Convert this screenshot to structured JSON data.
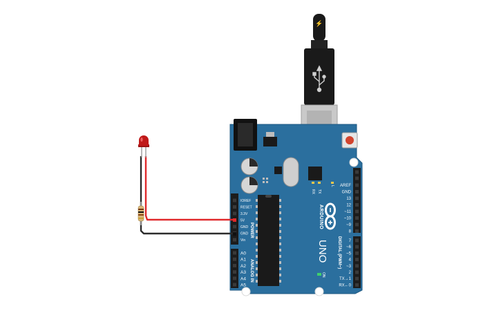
{
  "colors": {
    "board": "#2b6f9e",
    "board_edge": "#1f5a83",
    "wire_power": "#e0292b",
    "wire_ground": "#2b2b2b",
    "led": "#c01a1a",
    "usb_cable": "#1a1a1a",
    "header": "#1c1c1c"
  },
  "usb_plug": {
    "icon": "lightning-icon"
  },
  "board": {
    "brand": "ARDUINO",
    "model": "UNO",
    "power_header_labels": [
      "IOREF",
      "RESET",
      "3.3V",
      "5V",
      "GND",
      "GND",
      "Vin"
    ],
    "power_section_label": "POWER",
    "analog_labels": [
      "A0",
      "A1",
      "A2",
      "A3",
      "A4",
      "A5"
    ],
    "analog_section_label": "ANALOG IN",
    "digital_top_labels": [
      "AREF",
      "GND",
      "13",
      "12",
      "~11",
      "~10",
      "~9",
      "8"
    ],
    "digital_bottom_labels": [
      "7",
      "~6",
      "~5",
      "4",
      "~3",
      "2",
      "TX→1",
      "RX←0"
    ],
    "digital_section_label": "DIGITAL (PWM~)",
    "led_labels": {
      "tx": "TX",
      "rx": "RX",
      "l": "L",
      "on": "ON"
    }
  }
}
